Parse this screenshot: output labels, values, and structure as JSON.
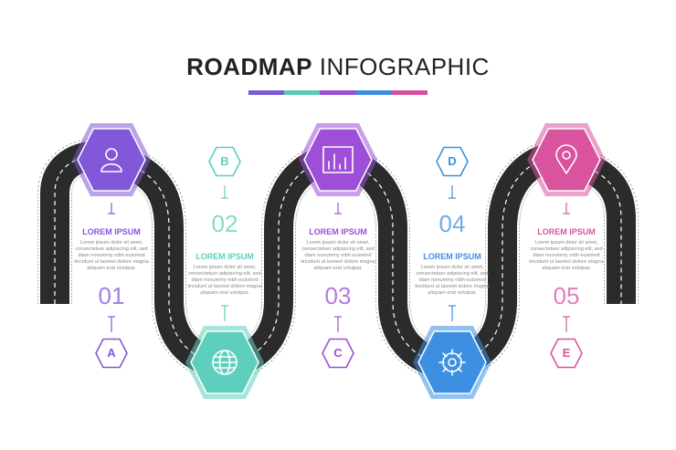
{
  "title": {
    "bold": "ROADMAP",
    "light": "INFOGRAPHIC"
  },
  "title_bar_colors": [
    "#7b5cd6",
    "#5ec9b8",
    "#9b4fd6",
    "#3b8fe0",
    "#d84f9f"
  ],
  "colors": {
    "purple": "#8257d9",
    "teal": "#5ecfbd",
    "violet": "#9d4fd8",
    "blue": "#3d8fe2",
    "pink": "#d9539f",
    "road": "#2b2b2b"
  },
  "steps": [
    {
      "number": "01",
      "letter": "A",
      "label": "LOREM IPSUM",
      "icon": "user-icon",
      "desc": [
        "Lorem ipsum dolor sit amet,",
        "consectetuer adipiscing elit, sed",
        "diam nonummy nibh euismod",
        "tincidunt ut laoreet dolore magna",
        "aliquam erat volutpat."
      ]
    },
    {
      "number": "02",
      "letter": "B",
      "label": "LOREM IPSUM",
      "icon": "globe-icon",
      "desc": [
        "Lorem ipsum dolor sit amet,",
        "consectetuer adipiscing elit, sed",
        "diam nonummy nibh euismod",
        "tincidunt ut laoreet dolore magna",
        "aliquam erat volutpat."
      ]
    },
    {
      "number": "03",
      "letter": "C",
      "label": "LOREM IPSUM",
      "icon": "bar-chart-icon",
      "desc": [
        "Lorem ipsum dolor sit amet,",
        "consectetuer adipiscing elit, sed",
        "diam nonummy nibh euismod",
        "tincidunt ut laoreet dolore magna",
        "aliquam erat volutpat."
      ]
    },
    {
      "number": "04",
      "letter": "D",
      "label": "LOREM IPSUM",
      "icon": "gear-icon",
      "desc": [
        "Lorem ipsum dolor sit amet,",
        "consectetuer adipiscing elit, sed",
        "diam nonummy nibh euismod",
        "tincidunt ut laoreet dolore magna",
        "aliquam erat volutpat."
      ]
    },
    {
      "number": "05",
      "letter": "E",
      "label": "LOREM IPSUM",
      "icon": "location-pin-icon",
      "desc": [
        "Lorem ipsum dolor sit amet,",
        "consectetuer adipiscing elit, sed",
        "diam nonummy nibh euismod",
        "tincidunt ut laoreet dolore magna",
        "aliquam erat volutpat."
      ]
    }
  ]
}
